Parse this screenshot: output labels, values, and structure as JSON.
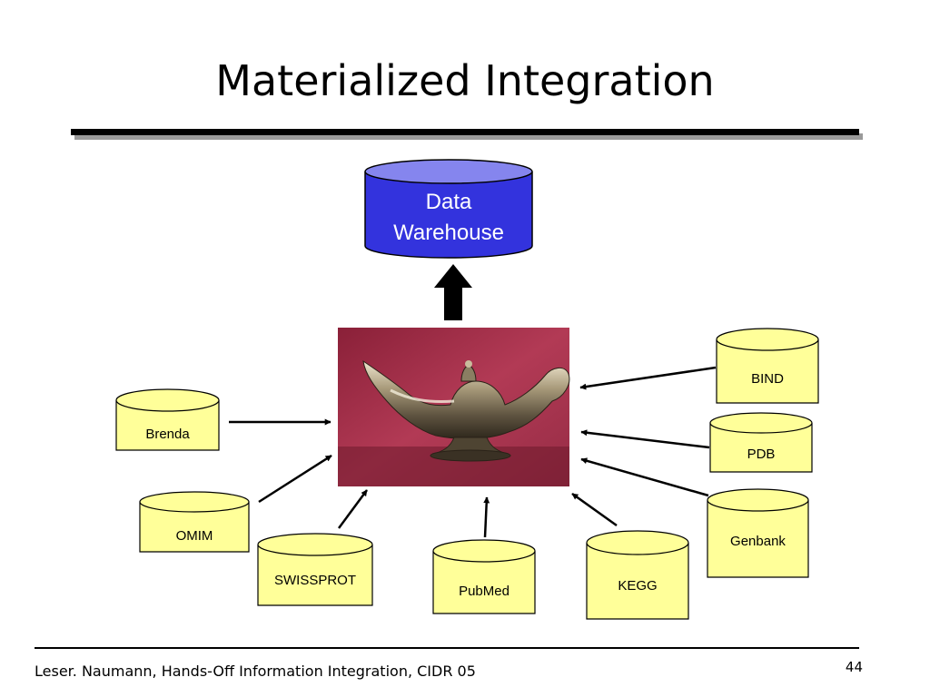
{
  "title": "Materialized Integration",
  "warehouse": {
    "line1": "Data",
    "line2": "Warehouse"
  },
  "sources": [
    "BIND",
    "Brenda",
    "PDB",
    "Genbank",
    "OMIM",
    "SWISSPROT",
    "PubMed",
    "KEGG"
  ],
  "footer": {
    "citation": "Leser. Naumann, Hands-Off Information Integration, CIDR 05",
    "page": "44"
  },
  "colors": {
    "warehouse_fill": "#3333dd",
    "source_fill": "#ffff99",
    "photo_background": "#a0304a"
  }
}
